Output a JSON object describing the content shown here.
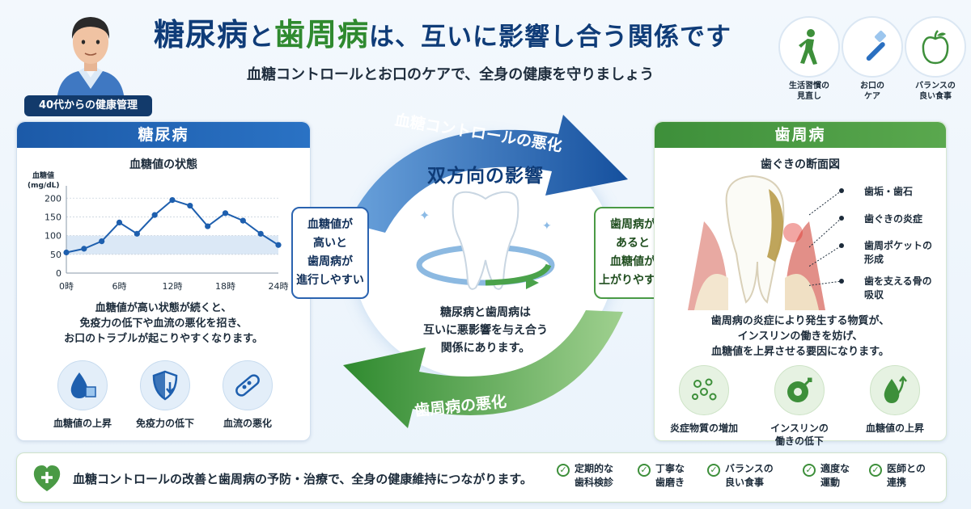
{
  "header": {
    "title_part1": "糖尿病",
    "title_and": "と",
    "title_part2": "歯周病",
    "title_rest": "は、互いに影響し合う関係です",
    "subtitle": "血糖コントロールとお口のケアで、全身の健康を守りましょう",
    "age_tag": "40代からの健康管理"
  },
  "top_icons": [
    {
      "label_line1": "生活習慣の",
      "label_line2": "見直し",
      "icon": "walking-person-icon"
    },
    {
      "label_line1": "お口の",
      "label_line2": "ケア",
      "icon": "toothbrush-icon"
    },
    {
      "label_line1": "バランスの",
      "label_line2": "良い食事",
      "icon": "apple-icon"
    }
  ],
  "left_panel": {
    "header": "糖尿病",
    "chart_title": "血糖値の状態",
    "text_lines": [
      "血糖値が高い状態が続くと、",
      "免疫力の低下や血流の悪化を招き、",
      "お口のトラブルが起こりやすくなります。"
    ],
    "icons": [
      {
        "label": "血糖値の上昇",
        "icon": "blood-drop-icon"
      },
      {
        "label": "免疫力の低下",
        "icon": "shield-down-icon"
      },
      {
        "label": "血流の悪化",
        "icon": "blood-vessel-icon"
      }
    ]
  },
  "chart_data": {
    "type": "line",
    "title": "血糖値の状態",
    "ylabel_line1": "血糖値",
    "ylabel_line2": "(mg/dL)",
    "x": [
      0,
      2,
      4,
      6,
      8,
      10,
      12,
      14,
      16,
      18,
      20,
      22,
      24
    ],
    "values": [
      55,
      65,
      85,
      135,
      105,
      155,
      195,
      180,
      125,
      160,
      140,
      105,
      75
    ],
    "yticks": [
      "0",
      "50",
      "100",
      "150",
      "200"
    ],
    "xticks": [
      "0時",
      "6時",
      "12時",
      "18時",
      "24時"
    ],
    "xtick_values": [
      0,
      6,
      12,
      18,
      24
    ],
    "ylim": [
      0,
      220
    ],
    "xlim": [
      0,
      24
    ],
    "normal_band": [
      50,
      100
    ],
    "line_color": "#1e5fae",
    "band_color": "#dbe8f6"
  },
  "center": {
    "title": "双方向の影響",
    "text_lines": [
      "糖尿病と歯周病は",
      "互いに悪影響を与え合う",
      "関係にあります。"
    ],
    "top_arrow": "血糖コントロールの悪化",
    "bottom_arrow": "歯周病の悪化",
    "left_bubble": [
      "血糖値が",
      "高いと",
      "歯周病が",
      "進行しやすい"
    ],
    "right_bubble": [
      "歯周病が",
      "あると",
      "血糖値が",
      "上がりやすい"
    ]
  },
  "right_panel": {
    "header": "歯周病",
    "diagram_title": "歯ぐきの断面図",
    "labels": [
      {
        "line1": "歯垢・歯石",
        "line2": ""
      },
      {
        "line1": "歯ぐきの炎症",
        "line2": ""
      },
      {
        "line1": "歯周ポケットの",
        "line2": "形成"
      },
      {
        "line1": "歯を支える骨の",
        "line2": "吸収"
      }
    ],
    "text_lines": [
      "歯周病の炎症により発生する物質が、",
      "インスリンの働きを妨げ、",
      "血糖値を上昇させる要因になります。"
    ],
    "icons": [
      {
        "label_line1": "炎症物質の増加",
        "label_line2": "",
        "icon": "inflammation-particles-icon"
      },
      {
        "label_line1": "インスリンの",
        "label_line2": "働きの低下",
        "icon": "insulin-icon"
      },
      {
        "label_line1": "血糖値の上昇",
        "label_line2": "",
        "icon": "blood-drop-up-icon"
      }
    ]
  },
  "footer": {
    "message": "血糖コントロールの改善と歯周病の予防・治療で、全身の健康維持につながります。",
    "checks": [
      {
        "line1": "定期的な",
        "line2": "歯科検診"
      },
      {
        "line1": "丁寧な",
        "line2": "歯磨き"
      },
      {
        "line1": "バランスの",
        "line2": "良い食事"
      },
      {
        "line1": "適度な",
        "line2": "運動"
      },
      {
        "line1": "医師との",
        "line2": "連携"
      }
    ]
  },
  "colors": {
    "primary_blue": "#0f3c78",
    "accent_blue": "#1e5fae",
    "primary_green": "#3d8f3a"
  }
}
